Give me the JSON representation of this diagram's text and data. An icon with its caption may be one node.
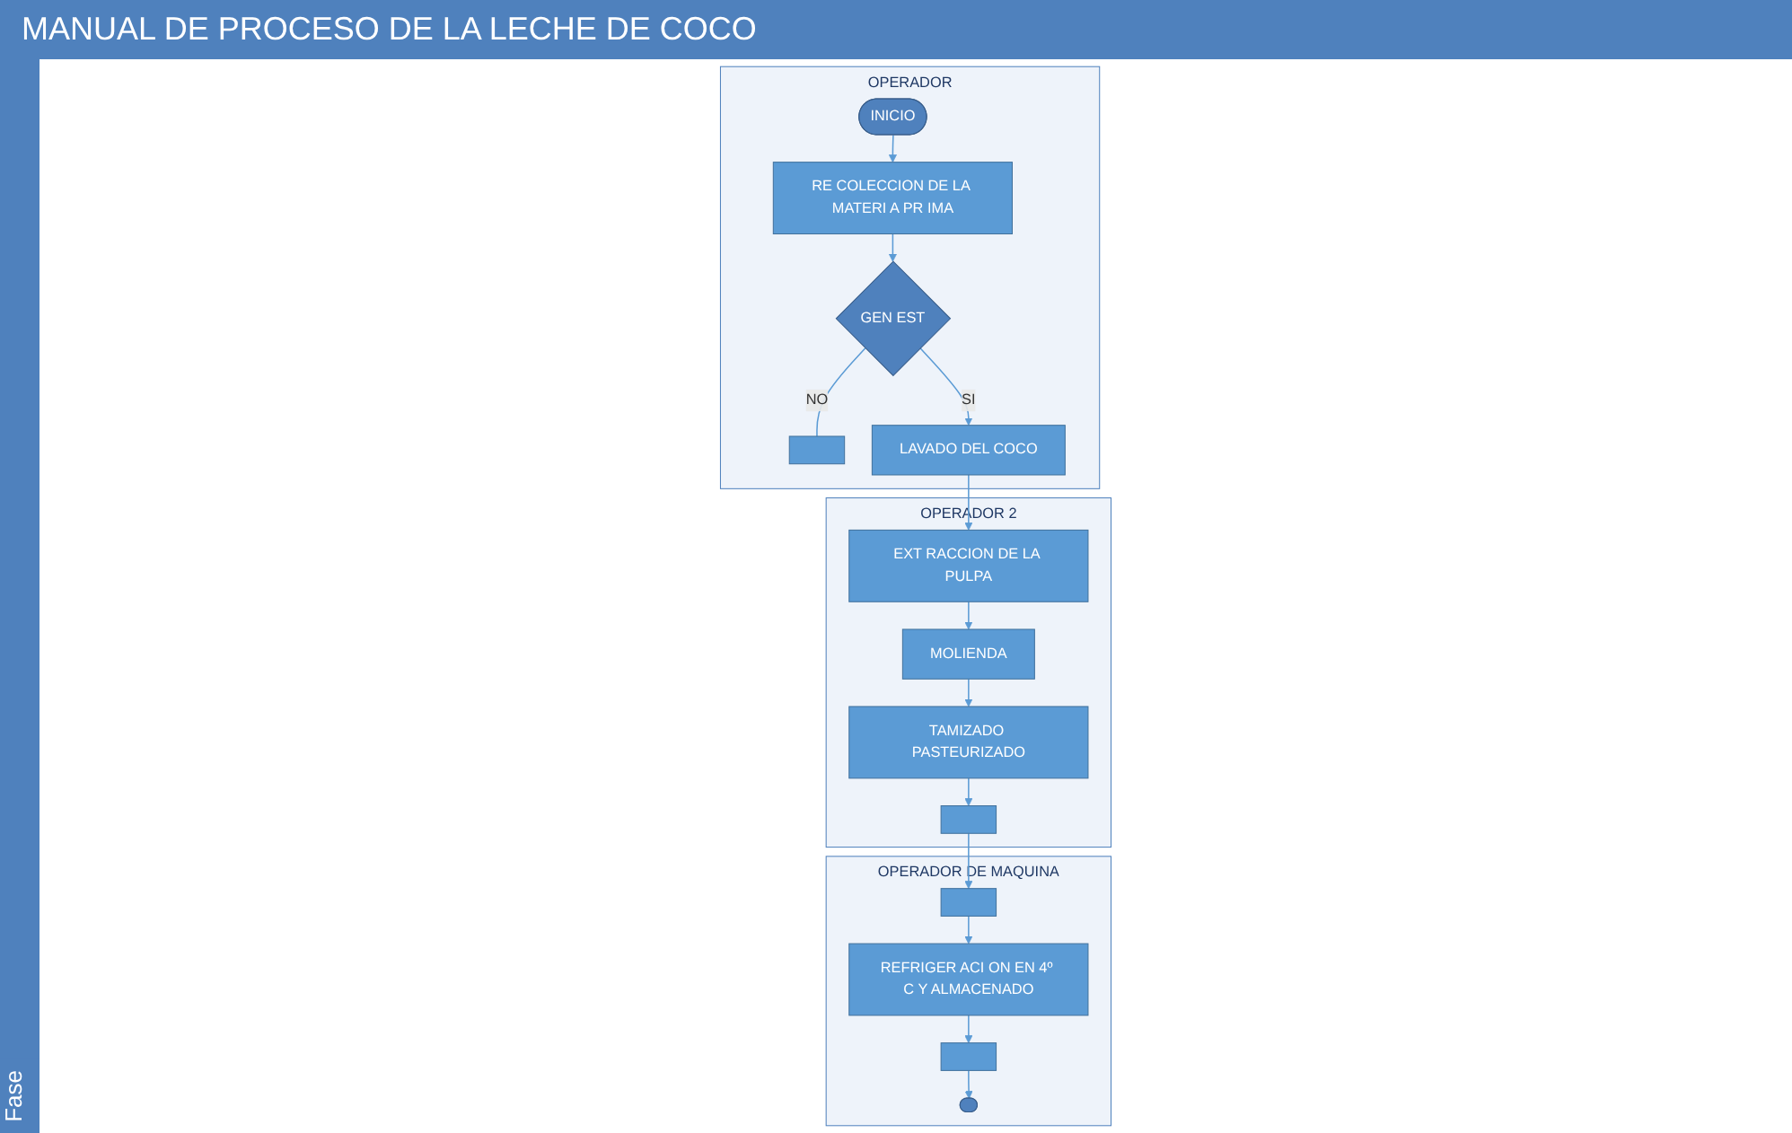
{
  "diagram": {
    "title": "MANUAL DE PROCESO DE LA LECHE DE COCO",
    "nodes": [
      {
        "text": [
          "OPERADOR"
        ]
      },
      {
        "text": [
          "OPERADOR 2"
        ]
      },
      {
        "text": [
          "OPERADOR DE MAQUINA"
        ]
      },
      {
        "text": [
          "INICIO"
        ],
        "in": 0
      },
      {
        "text": [
          "RE COLECCION DE LA MATERI A PR IMA"
        ],
        "in": 0
      },
      {
        "text": [
          "GEN EST"
        ],
        "in": 0
      },
      {
        "text": [],
        "shape": "box",
        "in": 0
      },
      {
        "text": [
          "LAVADO DEL COCO"
        ],
        "in": 0
      },
      {
        "text": [
          "EXT RACCION DE LA PULPA"
        ],
        "in": 1
      },
      {
        "text": [
          "MOLIENDA"
        ],
        "in": 1
      },
      {
        "text": [
          "TAMIZADO PASTEURIZADO"
        ],
        "in": 1
      },
      {
        "text": [],
        "shape": "box",
        "in": 1
      },
      {
        "text": [],
        "shape": "box",
        "in": 2
      },
      {
        "text": [
          "REFRIGER ACI ON EN 4º C Y ALMACENADO"
        ],
        "in": 2
      },
      {
        "text": [],
        "shape": "box",
        "in": 2
      },
      {
        "text": [],
        "shape": "oval",
        "in": 2
      }
    ],
    "edges": [
      {
        "from": 3,
        "to": 4,
        "arrow": "to"
      },
      {
        "from": 4,
        "to": 5,
        "arrow": "to"
      },
      {
        "from": 5,
        "to": 6,
        "arrow": "none",
        "label": "NO"
      },
      {
        "from": 5,
        "to": 7,
        "arrow": "to",
        "label": "SI"
      },
      {
        "from": 7,
        "to": 8,
        "arrow": "to"
      },
      {
        "from": 8,
        "to": 9,
        "arrow": "to"
      },
      {
        "from": 9,
        "to": 10,
        "arrow": "to"
      },
      {
        "from": 10,
        "to": 11,
        "arrow": "to"
      },
      {
        "from": 11,
        "to": 12,
        "arrow": "to"
      },
      {
        "from": 12,
        "to": 13,
        "arrow": "to"
      },
      {
        "from": 13,
        "to": 14,
        "arrow": "to"
      },
      {
        "from": 14,
        "to": 15,
        "arrow": "to"
      }
    ],
    "labels": [
      "Fase"
    ]
  }
}
